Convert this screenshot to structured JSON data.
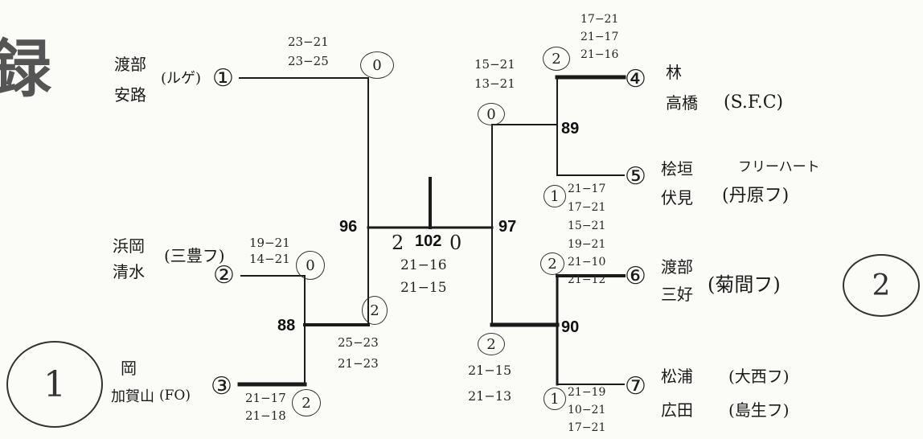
{
  "title_fragment": "録",
  "teams": [
    {
      "seed": "①",
      "names": [
        "渡部",
        "安路"
      ],
      "club": "(ルゲ)"
    },
    {
      "seed": "②",
      "names": [
        "浜岡",
        "清水"
      ],
      "club": "(三豊フ)"
    },
    {
      "seed": "③",
      "names": [
        "岡",
        "加賀山"
      ],
      "club": "(FO)"
    },
    {
      "seed": "④",
      "names": [
        "林",
        "高橋"
      ],
      "club": "(S.F.C)"
    },
    {
      "seed": "⑤",
      "names": [
        "桧垣",
        "伏見"
      ],
      "club": "(丹原フ)",
      "club_extra": "フリーハート"
    },
    {
      "seed": "⑥",
      "names": [
        "渡部",
        "三好"
      ],
      "club": "(菊間フ)"
    },
    {
      "seed": "⑦",
      "names": [
        "松浦",
        "広田"
      ],
      "club": "(大西フ)",
      "club2": "(島生フ)"
    }
  ],
  "match_numbers": {
    "m88": "88",
    "m89": "89",
    "m90": "90",
    "m96": "96",
    "m97": "97",
    "m102": "102"
  },
  "scores": {
    "t1": [
      "23−21",
      "23−25"
    ],
    "t1_games": "0",
    "t2": [
      "19−21",
      "14−21"
    ],
    "t2_games": "0",
    "t3": [
      "21−17",
      "21−18"
    ],
    "t3_games": "2",
    "m88": [
      "25−23",
      "21−23"
    ],
    "m88_games": "2",
    "t4": [
      "17−21",
      "21−17",
      "21−16"
    ],
    "t4_games": "2",
    "t5": [
      "21−17",
      "17−21",
      "15−21"
    ],
    "t5_games": "1",
    "m89": [
      "15−21",
      "13−21"
    ],
    "m89_games": "0",
    "t6": [
      "19−21",
      "21−10",
      "21−12"
    ],
    "t6_games": "2",
    "t7": [
      "21−19",
      "10−21",
      "17−21"
    ],
    "t7_games": "1",
    "m90": [
      "21−15",
      "21−13"
    ],
    "m90_games": "2",
    "final_left": "2",
    "final_right": "0",
    "final": [
      "21−16",
      "21−15"
    ]
  },
  "places": {
    "left": "1",
    "right": "2"
  }
}
